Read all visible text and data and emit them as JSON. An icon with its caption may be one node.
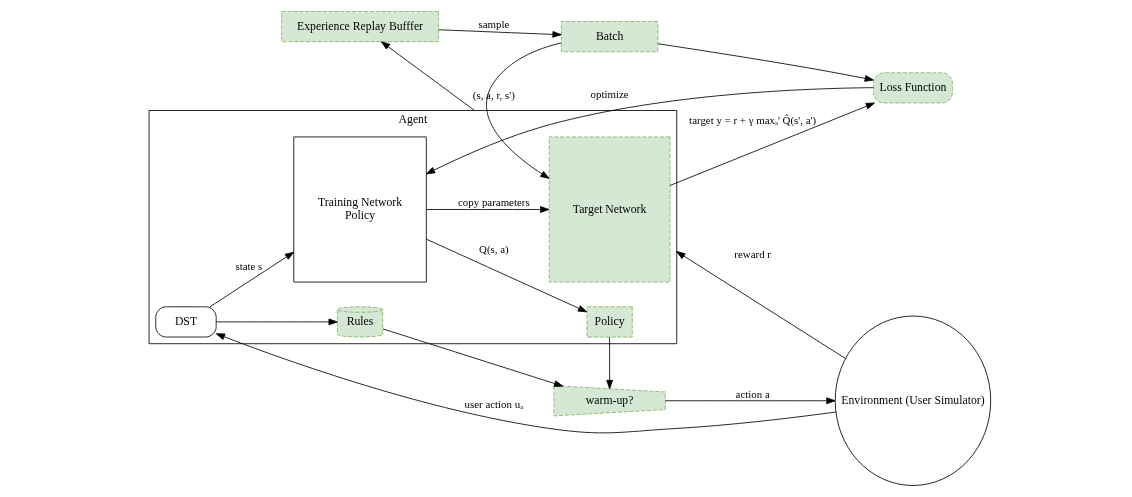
{
  "diagram": {
    "nodes": [
      {
        "text": [
          "Agent"
        ]
      },
      {
        "text": [
          "Target Network"
        ],
        "in": 0
      },
      {
        "text": [
          "Training Network",
          "Policy"
        ],
        "in": 0
      },
      {
        "text": [
          "DST"
        ],
        "in": 0
      },
      {
        "text": [
          "Policy"
        ],
        "in": 0
      },
      {
        "text": [
          "Rules"
        ],
        "in": 0
      },
      {
        "text": [
          "warm-up?"
        ]
      },
      {
        "text": [
          "Environment (User Simulator)"
        ]
      },
      {
        "text": [
          "Loss Function"
        ]
      },
      {
        "text": [
          "Batch"
        ]
      },
      {
        "text": [
          "Experience Replay Bufffer"
        ]
      }
    ],
    "edges": [
      {
        "from": 7,
        "to": 3,
        "arrow": "to",
        "label": "user action uₐ"
      },
      {
        "from": 3,
        "to": 2,
        "arrow": "to",
        "label": "state s"
      },
      {
        "from": 3,
        "to": 5,
        "arrow": "to"
      },
      {
        "from": 7,
        "to": 0,
        "arrow": "to",
        "label": "reward r"
      },
      {
        "from": 2,
        "to": 1,
        "arrow": "to",
        "label": "copy parameters"
      },
      {
        "from": 2,
        "to": 4,
        "arrow": "to",
        "label": "Q(s, a)"
      },
      {
        "from": 4,
        "to": 6,
        "arrow": "to"
      },
      {
        "from": 5,
        "to": 6,
        "arrow": "to"
      },
      {
        "from": 6,
        "to": 7,
        "arrow": "to",
        "label": "action a"
      },
      {
        "from": 1,
        "to": 8,
        "arrow": "to",
        "label": "target y = r + γ maxₐ' Q̂(s', a')"
      },
      {
        "from": 9,
        "to": 1,
        "arrow": "to"
      },
      {
        "from": 8,
        "to": 2,
        "arrow": "to",
        "label": "optimize"
      },
      {
        "from": 0,
        "to": 10,
        "arrow": "to",
        "label": "(s, a, r, s')"
      },
      {
        "from": 10,
        "to": 9,
        "arrow": "to",
        "label": "sample"
      },
      {
        "from": 9,
        "to": 8,
        "arrow": "to"
      }
    ]
  }
}
